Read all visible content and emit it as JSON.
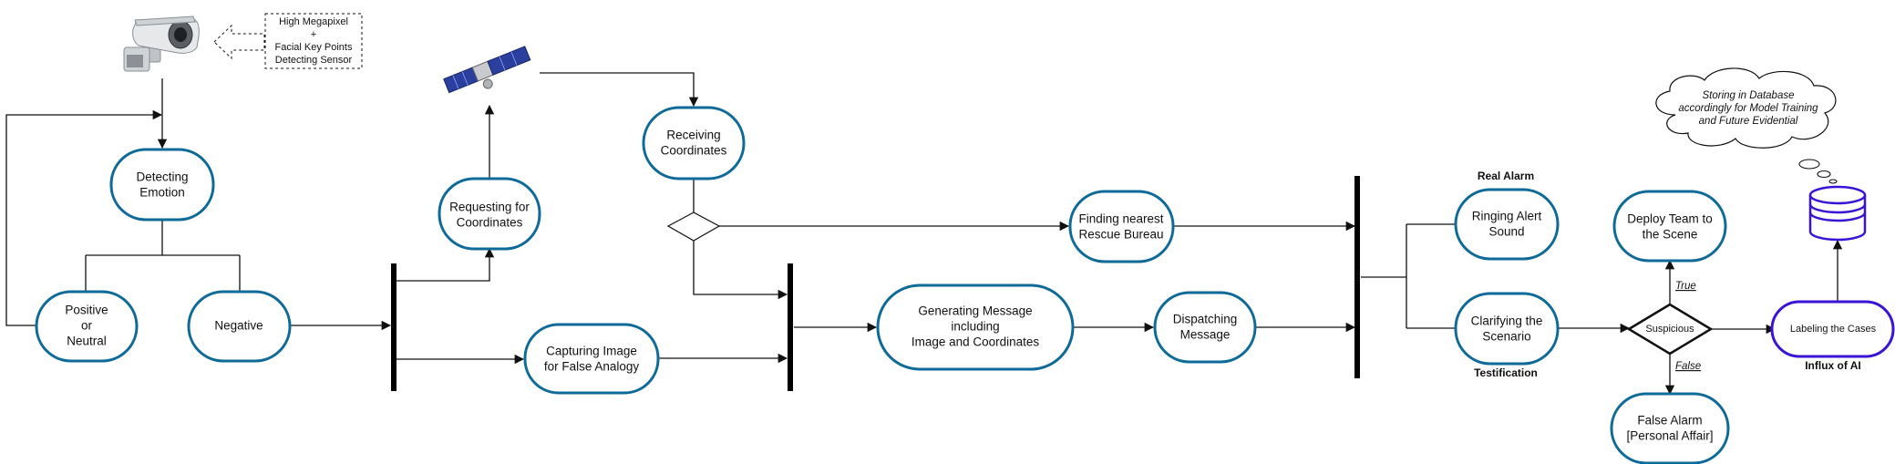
{
  "sensor_note": {
    "line1": "High Megapixel",
    "line2": "+",
    "line3": "Facial Key Points",
    "line4": "Detecting Sensor"
  },
  "nodes": {
    "detecting_emotion": [
      "Detecting",
      "Emotion"
    ],
    "positive_neutral": [
      "Positive",
      "or",
      "Neutral"
    ],
    "negative": [
      "Negative"
    ],
    "requesting_coordinates": [
      "Requesting for",
      "Coordinates"
    ],
    "capturing_image": [
      "Capturing Image",
      "for False Analogy"
    ],
    "receiving_coordinates": [
      "Receiving",
      "Coordinates"
    ],
    "finding_rescue": [
      "Finding nearest",
      "Rescue Bureau"
    ],
    "generating_message": [
      "Generating Message",
      "including",
      "Image and Coordinates"
    ],
    "dispatching_message": [
      "Dispatching",
      "Message"
    ],
    "ringing_alert": [
      "Ringing Alert",
      "Sound"
    ],
    "clarifying_scenario": [
      "Clarifying the",
      "Scenario"
    ],
    "deploy_team": [
      "Deploy Team to",
      "the Scene"
    ],
    "suspicious": [
      "Suspicious"
    ],
    "false_alarm": [
      "False Alarm",
      "[Personal Affair]"
    ],
    "labeling_cases": [
      "Labeling the Cases"
    ]
  },
  "captions": {
    "real_alarm": "Real Alarm",
    "testification": "Testification",
    "influx_ai": "Influx of AI",
    "true_label": "True",
    "false_label": "False"
  },
  "cloud_note": [
    "Storing in Database",
    "accordingly for Model Training",
    "and Future Evidential"
  ],
  "icons": {
    "camera": "cctv-camera-icon",
    "satellite": "satellite-icon",
    "database": "database-icon"
  },
  "colors": {
    "node_stroke": "#0e6a98",
    "ai_stroke": "#3914d6",
    "satellite_panel": "#2b3f9e"
  }
}
